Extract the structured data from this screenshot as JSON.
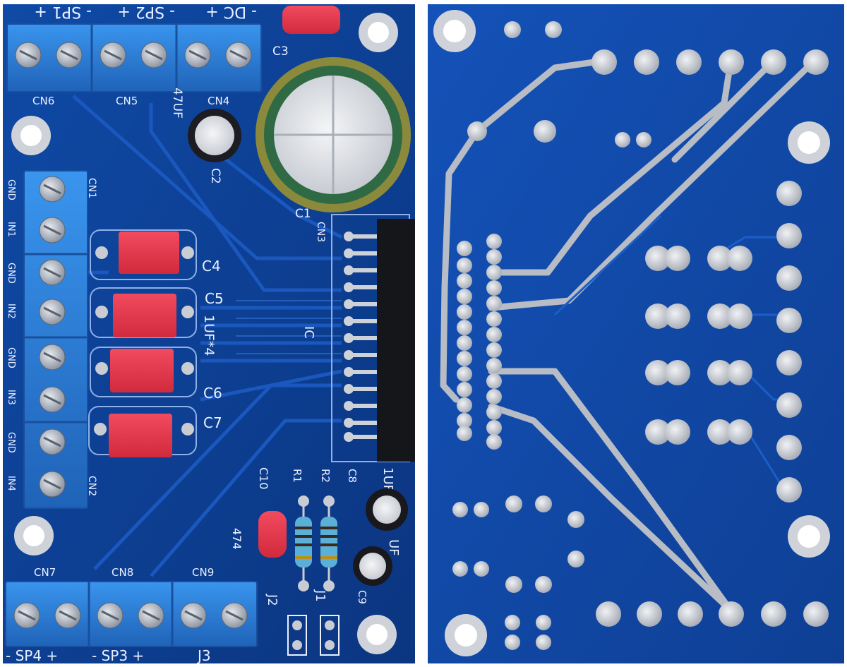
{
  "colors": {
    "board": "#0d3f94",
    "board_dark": "#0a3275",
    "trace": "#1550b3",
    "terminal": "#2f86e0",
    "terminal_dark": "#1f63b8",
    "capacitor_red": "#e8374b",
    "solder": "#c9ccd2",
    "silk": "#eaf0ff"
  },
  "front": {
    "top_polarity": {
      "sp1": "- SP1 +",
      "sp2": "- SP2 +",
      "dc": "- DC +"
    },
    "connector_labels": {
      "cn6": "CN6",
      "cn5": "CN5",
      "cn4": "CN4",
      "cn1": "CN1",
      "cn2": "CN2",
      "cn3": "CN3",
      "cn7": "CN7",
      "cn8": "CN8",
      "cn9": "CN9"
    },
    "input_labels": [
      "GND",
      "IN1",
      "GND",
      "IN2",
      "GND",
      "IN3",
      "GND",
      "IN4"
    ],
    "capacitor_labels": {
      "c1": "C1",
      "c2": "C2",
      "c3": "C3",
      "c4": "C4",
      "c5": "C5",
      "c6": "C6",
      "c7": "C7",
      "c8": "C8",
      "c9": "C9",
      "c10": "C10",
      "cap_value": "1UF*4",
      "c2_value": "47UF",
      "c10_value": "474",
      "c8_value": "1UF",
      "c9_value": "UF"
    },
    "resistor_labels": {
      "r1": "R1",
      "r2": "R2"
    },
    "jumper_labels": {
      "j1": "J1",
      "j2": "J2",
      "j3": "J3"
    },
    "ic_label": "IC",
    "bottom_polarity": {
      "sp4": "- SP4 +",
      "sp3": "- SP3 +"
    }
  }
}
